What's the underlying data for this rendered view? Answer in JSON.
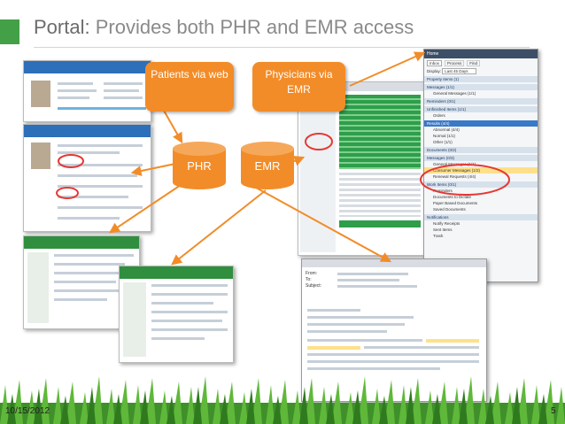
{
  "slide": {
    "title_prefix": "Portal:",
    "title_rest": "Provides both PHR and EMR access",
    "date": "10/15/2012",
    "page_number": "5"
  },
  "callouts": {
    "patients": "Patients via web",
    "physicians": "Physicians via EMR"
  },
  "databases": {
    "phr": "PHR",
    "emr": "EMR"
  },
  "inbox_panel": {
    "header": "Home",
    "tabs": [
      "Inbox",
      "Process",
      "Find"
    ],
    "display_label": "Display:",
    "display_value": "Last 45 Days",
    "sections": [
      {
        "label": "Property Items (1)",
        "items": []
      },
      {
        "label": "Messages (1/1)",
        "items": [
          "General Messages (1/1)"
        ]
      },
      {
        "label": "Reminders (0/1)",
        "items": []
      },
      {
        "label": "Unfinished Items (1/1)",
        "items": [
          "Orders"
        ]
      },
      {
        "label": "Results (4/4)",
        "items": [
          "Abnormal (4/4)",
          "Normal (1/1)",
          "Other (1/1)"
        ]
      },
      {
        "label": "Documents (0/2)",
        "items": []
      },
      {
        "label": "Messages (0/3)",
        "items": [
          "General Messages (1/1)",
          "Consumer Messages (1/2)",
          "Renewal Requests (4/4)"
        ]
      },
      {
        "label": "Work Items (0/1)",
        "items": [
          "Reminders",
          "Documents to Dictate",
          "Paper Based Documents",
          "Saved Documents"
        ]
      },
      {
        "label": "Notifications",
        "items": [
          "Notify Receipts",
          "Sent Items",
          "Trash"
        ]
      }
    ]
  },
  "email": {
    "from_label": "From:",
    "to_label": "To:",
    "subject_label": "Subject:"
  },
  "colors": {
    "callout": "#f28c28",
    "arrow": "#f28c28",
    "highlight_circle": "#e53935",
    "accent_bar": "#43a047"
  }
}
